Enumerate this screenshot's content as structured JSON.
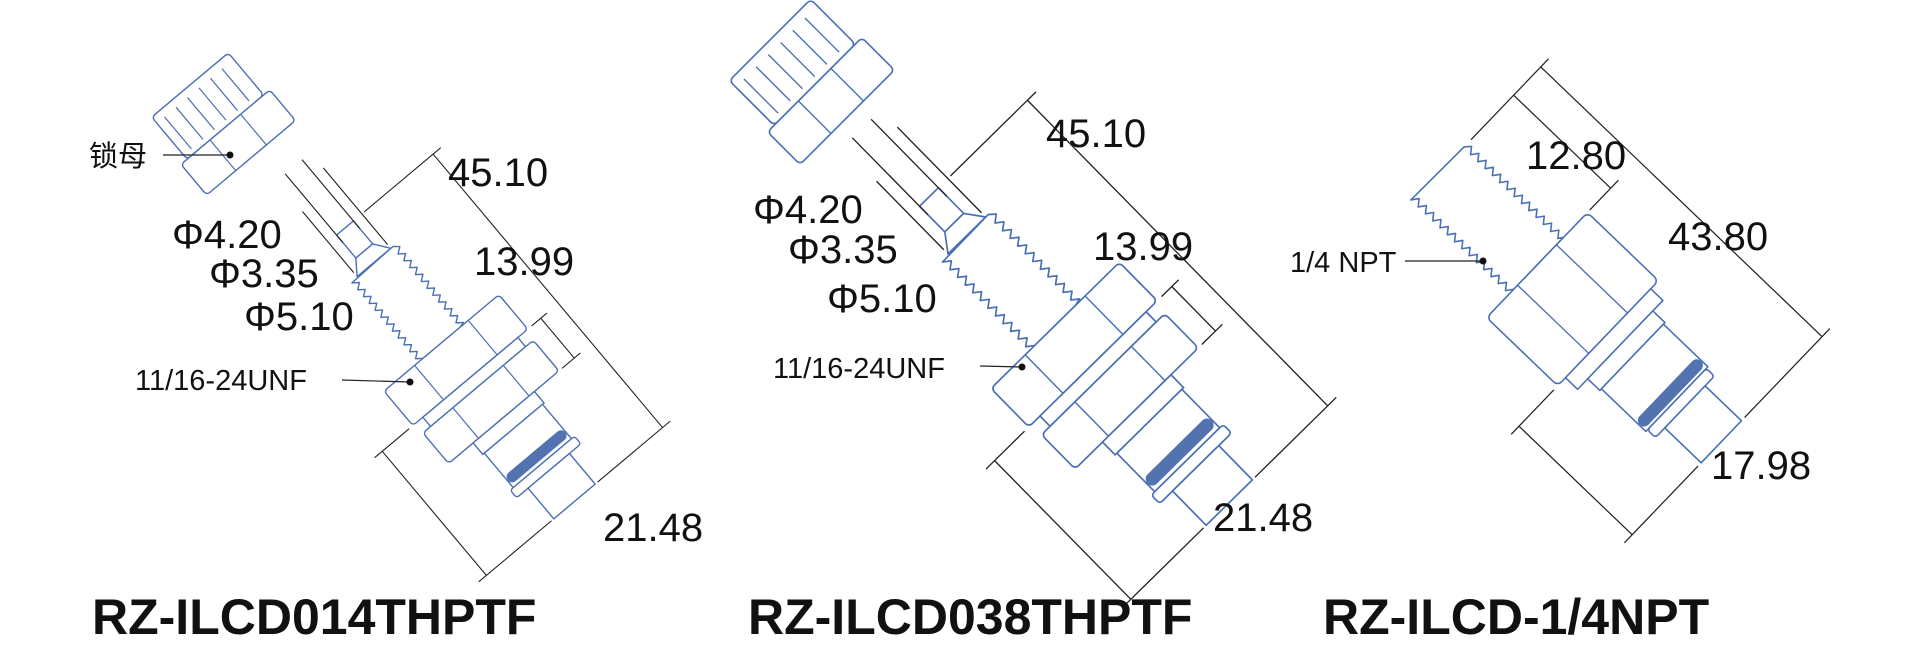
{
  "colors": {
    "outline": "#4a6fb5",
    "oring": "#5272b0",
    "text": "#111111"
  },
  "models": [
    {
      "title": "RZ-ILCD014THPTF",
      "nut_label": "锁母",
      "dims": {
        "overall": "45.10",
        "d1": "Φ4.20",
        "d2": "Φ3.35",
        "d3": "Φ5.10",
        "hex": "13.99",
        "tail": "21.48"
      },
      "thread_label": "11/16-24UNF"
    },
    {
      "title": "RZ-ILCD038THPTF",
      "dims": {
        "overall": "45.10",
        "d1": "Φ4.20",
        "d2": "Φ3.35",
        "d3": "Φ5.10",
        "hex": "13.99",
        "tail": "21.48"
      },
      "thread_label": "11/16-24UNF"
    },
    {
      "title": "RZ-ILCD-1/4NPT",
      "dims": {
        "thread_len": "12.80",
        "overall": "43.80",
        "tail": "17.98"
      },
      "thread_label": "1/4 NPT"
    }
  ]
}
